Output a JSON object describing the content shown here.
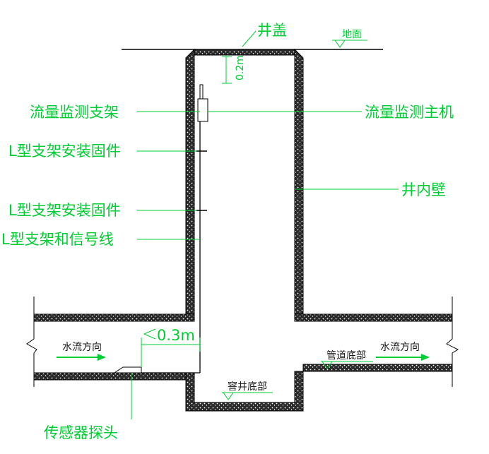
{
  "colors": {
    "leader": "#00cc33",
    "label": "#00cc33",
    "wall_fill": "#1a1a1a",
    "line": "#000000",
    "flow_arrow": "#00cc33"
  },
  "labels": {
    "well_cover": "井盖",
    "ground": "地面",
    "dim_top": "0.2m",
    "support": "流量监测支架",
    "host": "流量监测主机",
    "l_fixing_1": "L型支架安装固件",
    "l_fixing_2": "L型支架安装固件",
    "inner_wall": "井内壁",
    "l_support_signal": "L型支架和信号线",
    "dim_offset": "0.3m",
    "flow_left": "水流方向",
    "flow_right": "水流方向",
    "pipe_bottom": "管道底部",
    "well_bottom": "窨井底部",
    "sensor_probe": "传感器探头"
  }
}
